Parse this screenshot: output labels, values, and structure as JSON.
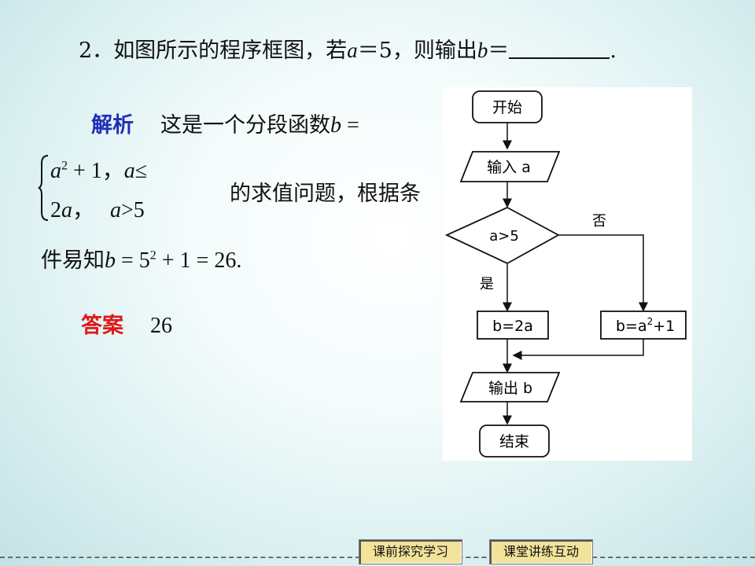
{
  "question": {
    "number": "2．",
    "text_before_a": "如图所示的程序框图，若",
    "var_a": "a",
    "eq_value": "＝5，则输出",
    "var_b": "b",
    "eq_sign": "＝",
    "end": "."
  },
  "analysis": {
    "label": "解析",
    "intro": "这是一个分段函数",
    "intro_var": "b",
    "intro_eq": " =",
    "case1_a": "a",
    "case1_rest": " + 1，",
    "case1_cond_a": "a",
    "case1_cond_op": "≤",
    "case2_expr_num": "2",
    "case2_expr_var": "a",
    "case2_comma": "，",
    "case2_cond_a": "a",
    "case2_cond_op": ">5",
    "continuation": "的求值问题，根据条",
    "line3_text": "件易知",
    "line3_var": "b",
    "line3_eq": " = 5",
    "line3_rest": " + 1 = 26.",
    "exp_2": "2"
  },
  "answer": {
    "label": "答案",
    "value": "26"
  },
  "flowchart": {
    "start": "开始",
    "input": "输入 a",
    "condition": "a>5",
    "no_label": "否",
    "yes_label": "是",
    "yes_box": "b=2a",
    "no_box_pre": "b=a",
    "no_box_sup": "2",
    "no_box_post": "+1",
    "output": "输出 b",
    "end": "结束"
  },
  "nav": {
    "prev": "课前探究学习",
    "next": "课堂讲练互动"
  }
}
